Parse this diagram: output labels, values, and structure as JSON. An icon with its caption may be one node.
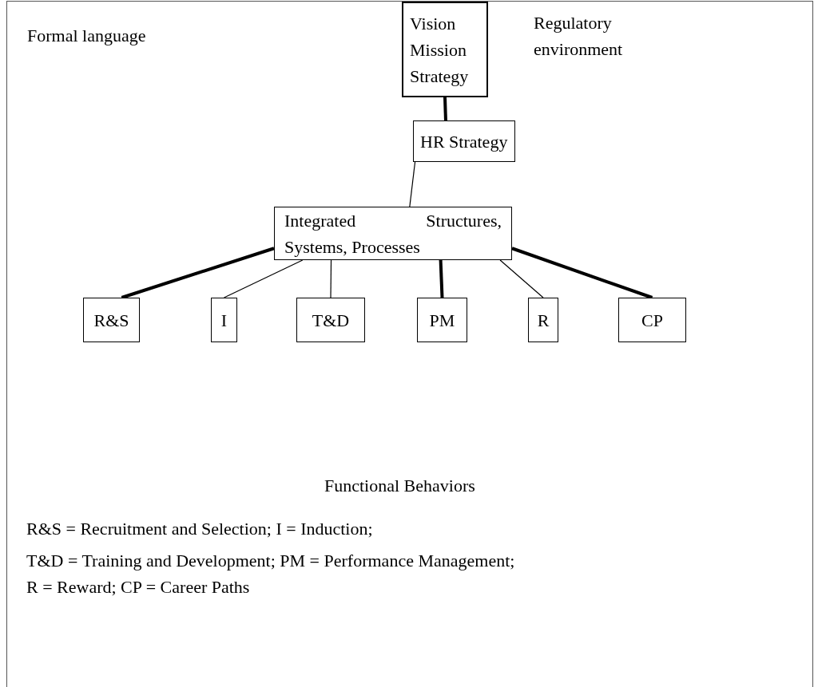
{
  "diagram": {
    "nodes": [
      {
        "text": [
          "Vision Mission Strategy"
        ]
      },
      {
        "text": [
          "HR Strategy"
        ]
      },
      {
        "text": [
          "Integrated Structures, Systems, Processes"
        ]
      },
      {
        "text": [
          "R&S"
        ]
      },
      {
        "text": [
          "I"
        ]
      },
      {
        "text": [
          "T&D"
        ]
      },
      {
        "text": [
          "PM"
        ]
      },
      {
        "text": [
          "R"
        ]
      },
      {
        "text": [
          "CP"
        ]
      }
    ],
    "edges": [
      {
        "from": 0,
        "to": 1,
        "arrow": "none",
        "style": "thick"
      },
      {
        "from": 1,
        "to": 2,
        "arrow": "none"
      },
      {
        "from": 2,
        "to": 3,
        "arrow": "none",
        "style": "thick"
      },
      {
        "from": 2,
        "to": 4,
        "arrow": "none"
      },
      {
        "from": 2,
        "to": 5,
        "arrow": "none"
      },
      {
        "from": 2,
        "to": 6,
        "arrow": "none",
        "style": "thick"
      },
      {
        "from": 2,
        "to": 7,
        "arrow": "none"
      },
      {
        "from": 2,
        "to": 8,
        "arrow": "none",
        "style": "thick"
      }
    ],
    "labels": [
      "Formal language",
      "Regulatory environment",
      "Functional Behaviors",
      "R&S = Recruitment and Selection; I = Induction;",
      "T&D = Training and Development; PM = Performance Management;",
      "R = Reward; CP = Career Paths"
    ]
  }
}
